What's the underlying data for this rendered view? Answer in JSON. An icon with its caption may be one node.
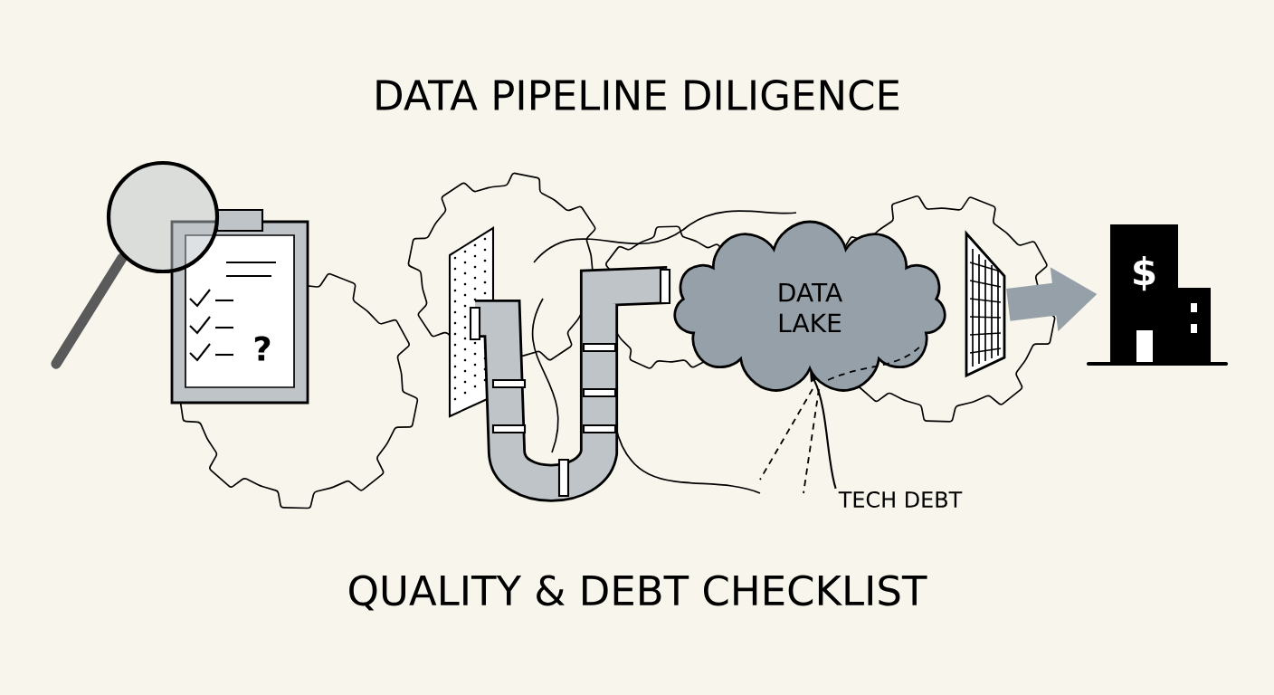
{
  "diagram": {
    "title": "DATA PIPELINE DILIGENCE",
    "caption": "QUALITY & DEBT CHECKLIST",
    "nodes": [
      {
        "text": [
          "?"
        ]
      },
      {
        "text": [],
        "shape": "picture"
      },
      {
        "text": [],
        "shape": "picture"
      },
      {
        "text": [
          "DATA LAKE"
        ]
      },
      {
        "text": [],
        "shape": "picture"
      },
      {
        "text": [
          "$"
        ]
      },
      {
        "text": [
          "TECH DEBT"
        ]
      }
    ],
    "edges": [
      {
        "from": 4,
        "to": 5,
        "arrow": "to",
        "style": "thick"
      },
      {
        "from": 6,
        "to": 3,
        "arrow": "to",
        "color": "#000000"
      }
    ]
  }
}
